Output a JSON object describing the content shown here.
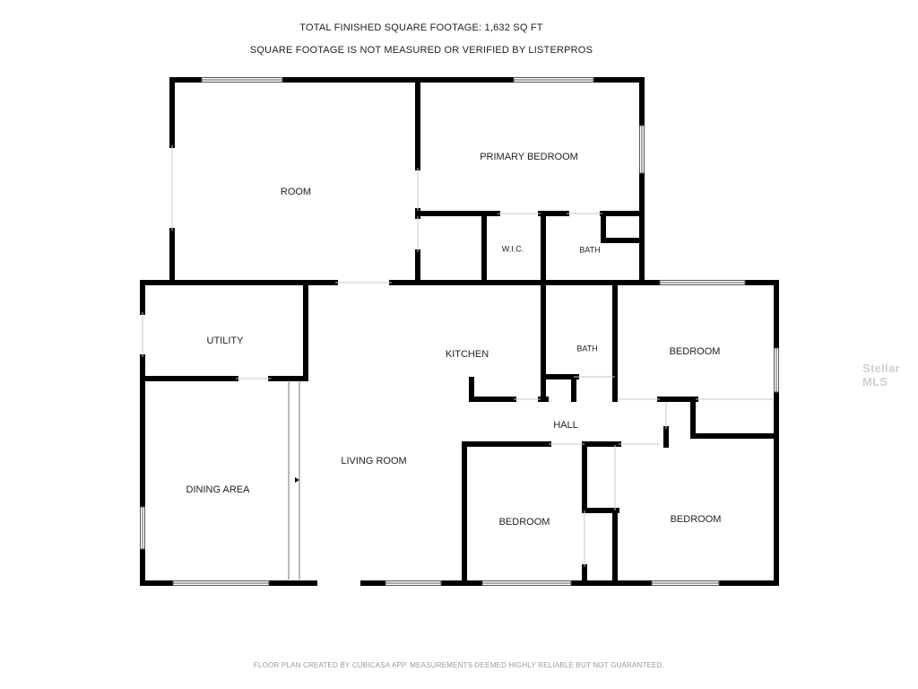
{
  "header": {
    "line1": "TOTAL FINISHED SQUARE FOOTAGE: 1,632 SQ FT",
    "line2": "SQUARE FOOTAGE IS NOT MEASURED OR VERIFIED BY LISTERPROS"
  },
  "rooms": {
    "room": "ROOM",
    "primary_bedroom": "PRIMARY BEDROOM",
    "wic": "W.I.C.",
    "bath_primary": "BATH",
    "utility": "UTILITY",
    "kitchen": "KITCHEN",
    "bath_hall": "BATH",
    "bedroom_right": "BEDROOM",
    "hall": "HALL",
    "living_room": "LIVING ROOM",
    "dining_area": "DINING AREA",
    "bedroom_bottom_mid": "BEDROOM",
    "bedroom_bottom_right": "BEDROOM"
  },
  "footer": {
    "disclaimer": "FLOOR PLAN CREATED BY CUBICASA APP. MEASUREMENTS DEEMED HIGHLY RELIABLE BUT NOT GUARANTEED."
  },
  "watermark": {
    "text": "Stellar MLS"
  }
}
